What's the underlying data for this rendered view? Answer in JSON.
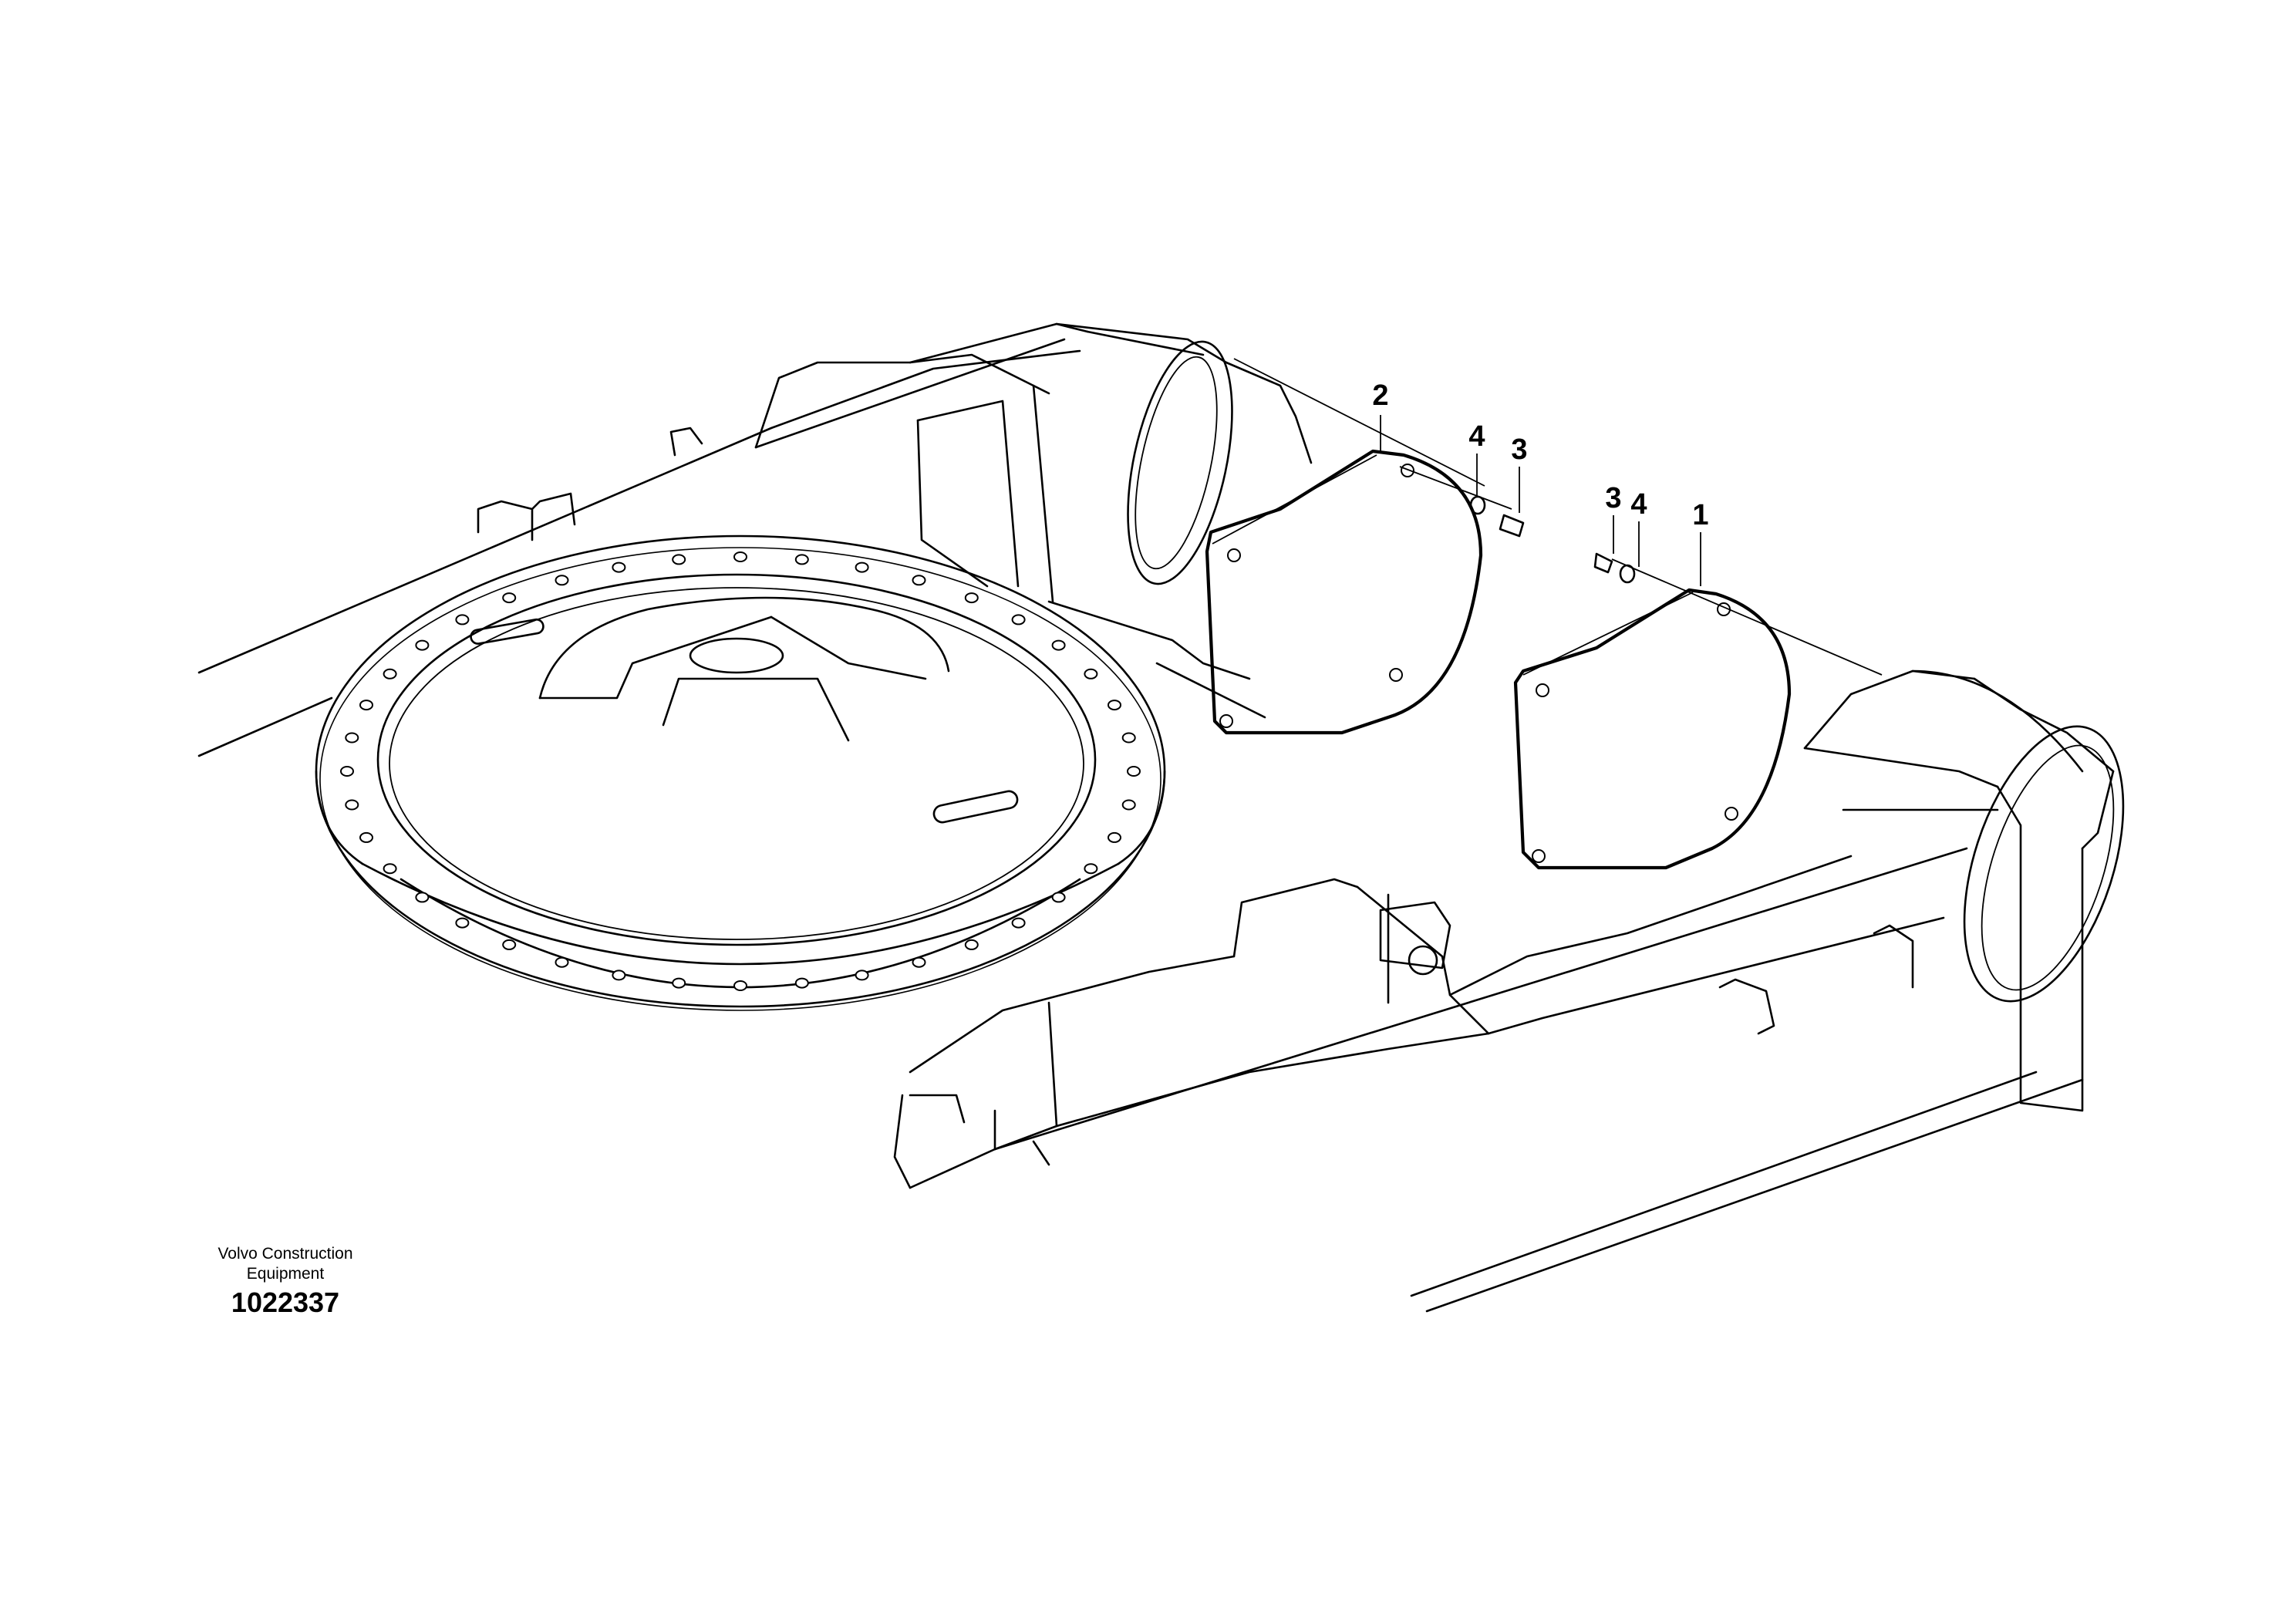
{
  "labels": {
    "part1": "1",
    "part2": "2",
    "part3_left": "3",
    "part4_left": "4",
    "part3_right": "3",
    "part4_right": "4"
  },
  "caption": {
    "brand_line1": "Volvo Construction",
    "brand_line2": "Equipment",
    "drawing_number": "1022337"
  }
}
